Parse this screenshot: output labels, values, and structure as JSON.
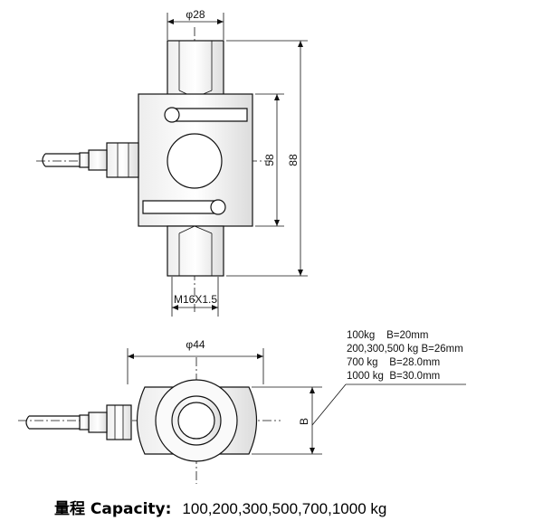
{
  "diagram": {
    "top_view": {
      "thread_diameter": "φ28",
      "inner_height": "58",
      "total_height": "88",
      "thread_spec": "M16X1.5"
    },
    "bottom_view": {
      "width": "φ44",
      "side_label": "B",
      "notes": [
        "100kg    B=20mm",
        "200,300,500 kg B=26mm",
        "700 kg    B=28.0mm",
        "1000 kg  B=30.0mm"
      ]
    },
    "capacity": {
      "label": "量程 Capacity:",
      "values": "100,200,300,500,700,1000 kg"
    }
  }
}
